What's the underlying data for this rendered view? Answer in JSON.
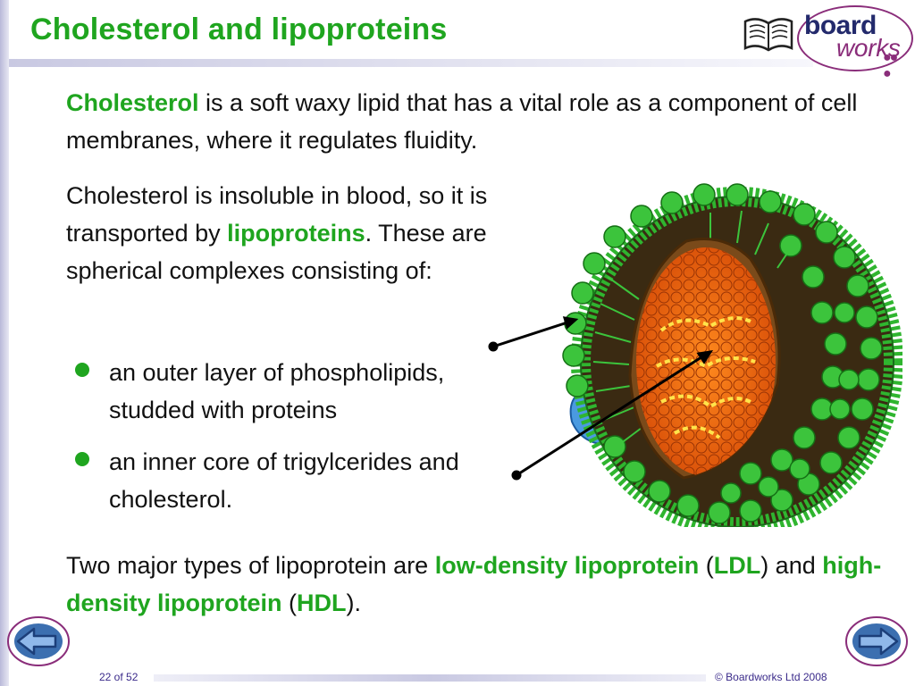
{
  "slide": {
    "title": "Cholesterol and lipoproteins",
    "logo": {
      "board": "board",
      "works": "works"
    },
    "intro": {
      "term": "Cholesterol",
      "text": " is a soft waxy lipid that has a vital role as a component of cell membranes, where it regulates fluidity."
    },
    "transport": {
      "before": "Cholesterol is insoluble in blood, so it is transported by ",
      "term": "lipoproteins",
      "after": ". These are spherical complexes consisting of:"
    },
    "bullets": [
      {
        "text": "an outer layer of phospholipids, studded with proteins"
      },
      {
        "text": "an inner core of trigylcerides and cholesterol."
      }
    ],
    "types": {
      "before": "Two major types of lipoprotein are ",
      "ldl_term": "low-density lipoprotein",
      "open1": " (",
      "ldl_abbr": "LDL",
      "mid": ") and ",
      "hdl_term": "high-density lipoprotein",
      "open2": " (",
      "hdl_abbr": "HDL",
      "end": ")."
    }
  },
  "footer": {
    "page": "22 of 52",
    "copyright": "© Boardworks Ltd 2008"
  },
  "icons": {
    "book": "book-icon",
    "prev": "arrow-left-icon",
    "next": "arrow-right-icon"
  },
  "colors": {
    "accent_green": "#1fa51f",
    "brand_navy": "#232a6c",
    "brand_purple": "#8a2d7a",
    "core_orange": "#f26a10",
    "shell_green": "#2fb52f",
    "protein_blue": "#4a9ae0"
  }
}
